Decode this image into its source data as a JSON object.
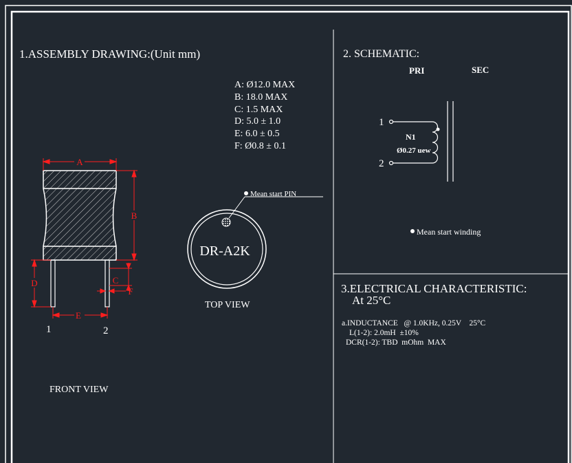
{
  "assembly": {
    "title": "1.ASSEMBLY DRAWING:(Unit mm)",
    "specs": [
      "A: Ø12.0 MAX",
      "B: 18.0 MAX",
      "C: 1.5 MAX",
      "D: 5.0 ± 1.0",
      "E: 6.0 ± 0.5",
      "F: Ø0.8 ± 0.1"
    ],
    "dims": {
      "a": "A",
      "b": "B",
      "c": "C",
      "d": "D",
      "e": "E",
      "f": "F"
    },
    "pin1": "1",
    "pin2": "2",
    "front_view_label": "FRONT VIEW",
    "top_view_label": "TOP VIEW",
    "part_marking": "DR-A2K",
    "mean_start_pin": "Mean start PIN"
  },
  "schematic": {
    "title": "2. SCHEMATIC:",
    "pri_label": "PRI",
    "sec_label": "SEC",
    "pin1": "1",
    "pin2": "2",
    "winding_name": "N1",
    "wire_spec": "Ø0.27 uew",
    "mean_start_winding": "Mean start winding"
  },
  "electrical": {
    "title": "3.ELECTRICAL CHARACTERISTIC:",
    "subtitle": "At 25°C",
    "lines": [
      "a.INDUCTANCE   @ 1.0KHz, 0.25V    25°C",
      "L(1-2): 2.0mH  ±10%",
      "DCR(1-2): TBD  mOhm  MAX"
    ]
  },
  "colors": {
    "background": "#212830",
    "line": "#ffffff",
    "dimension": "#ff1e1e",
    "hatch": "#d9d9d9"
  }
}
